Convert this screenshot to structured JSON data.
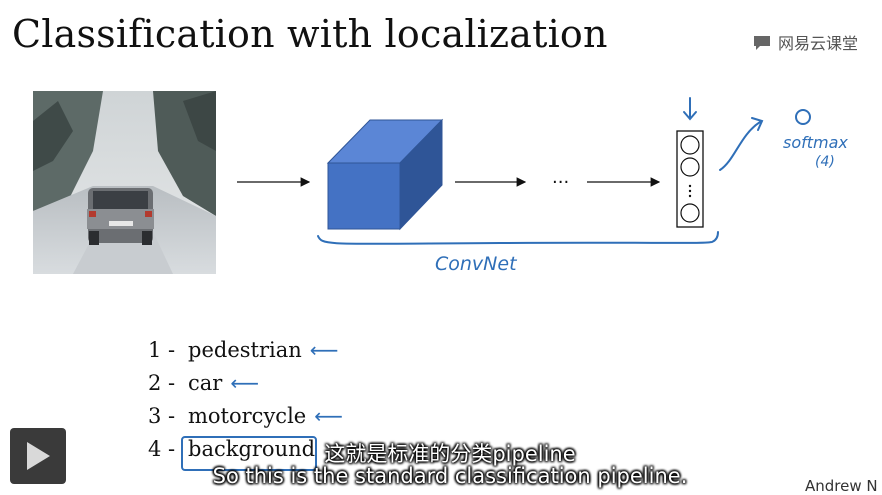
{
  "slide": {
    "title": "Classification with localization",
    "brand": "网易云课堂",
    "author": "Andrew N"
  },
  "diagram": {
    "ellipsis": "···",
    "softmax_label": "softmax",
    "softmax_count": "(4)",
    "convnet_label": "ConvNet"
  },
  "classes": [
    {
      "num": "1 -",
      "label": "pedestrian"
    },
    {
      "num": "2 -",
      "label": "car"
    },
    {
      "num": "3 -",
      "label": "motorcycle"
    },
    {
      "num": "4 -",
      "label": "background"
    }
  ],
  "subtitles": {
    "zh": "这就是标准的分类pipeline",
    "en": "So this is the standard classification pipeline."
  },
  "colors": {
    "cube_front": "#4472c4",
    "cube_top": "#5b86d6",
    "cube_side": "#2f5597",
    "handwriting": "#2f6fb8"
  },
  "icons": {
    "play": "play-icon",
    "brand": "cloud-class-logo-icon"
  }
}
